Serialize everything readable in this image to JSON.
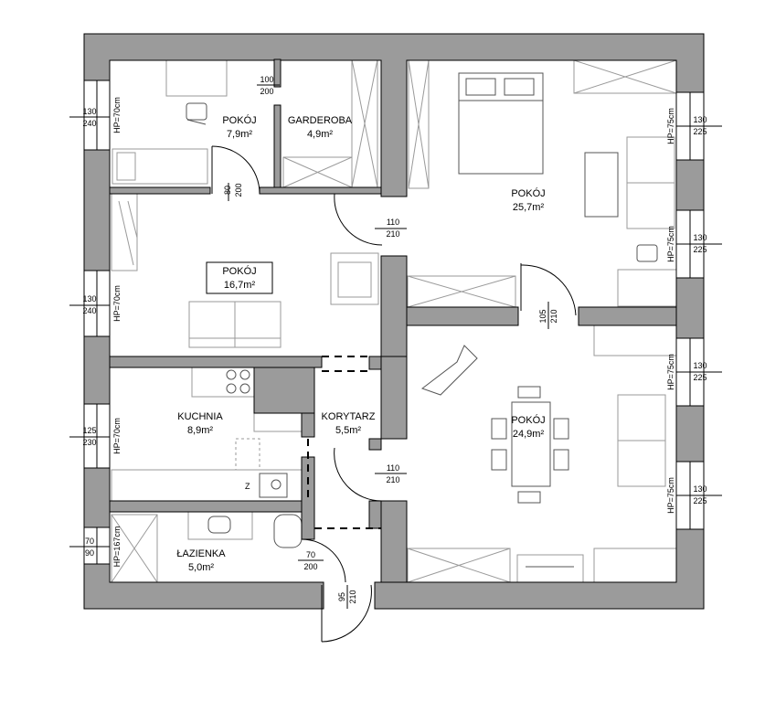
{
  "rooms": [
    {
      "name": "POKÓJ",
      "area": "7,9m²"
    },
    {
      "name": "GARDEROBA",
      "area": "4,9m²"
    },
    {
      "name": "POKÓJ",
      "area": "25,7m²"
    },
    {
      "name": "POKÓJ",
      "area": "16,7m²"
    },
    {
      "name": "KUCHNIA",
      "area": "8,9m²"
    },
    {
      "name": "KORYTARZ",
      "area": "5,5m²"
    },
    {
      "name": "POKÓJ",
      "area": "24,9m²"
    },
    {
      "name": "ŁAZIENKA",
      "area": "5,0m²"
    }
  ],
  "windows": [
    {
      "top": "130",
      "bottom": "240",
      "hp": "HP=70cm"
    },
    {
      "top": "130",
      "bottom": "240",
      "hp": "HP=70cm"
    },
    {
      "top": "125",
      "bottom": "230",
      "hp": "HP=70cm"
    },
    {
      "top": "70",
      "bottom": "90",
      "hp": "HP=167cm"
    },
    {
      "top": "130",
      "bottom": "225",
      "hp": "HP=75cm"
    },
    {
      "top": "130",
      "bottom": "225",
      "hp": "HP=75cm"
    },
    {
      "top": "130",
      "bottom": "225",
      "hp": "HP=75cm"
    },
    {
      "top": "130",
      "bottom": "225",
      "hp": "HP=75cm"
    }
  ],
  "doors": [
    {
      "top": "100",
      "bottom": "200"
    },
    {
      "top": "80",
      "bottom": "200"
    },
    {
      "top": "110",
      "bottom": "210"
    },
    {
      "top": "105",
      "bottom": "210"
    },
    {
      "top": "110",
      "bottom": "210"
    },
    {
      "top": "70",
      "bottom": "200"
    },
    {
      "top": "95",
      "bottom": "210"
    }
  ]
}
